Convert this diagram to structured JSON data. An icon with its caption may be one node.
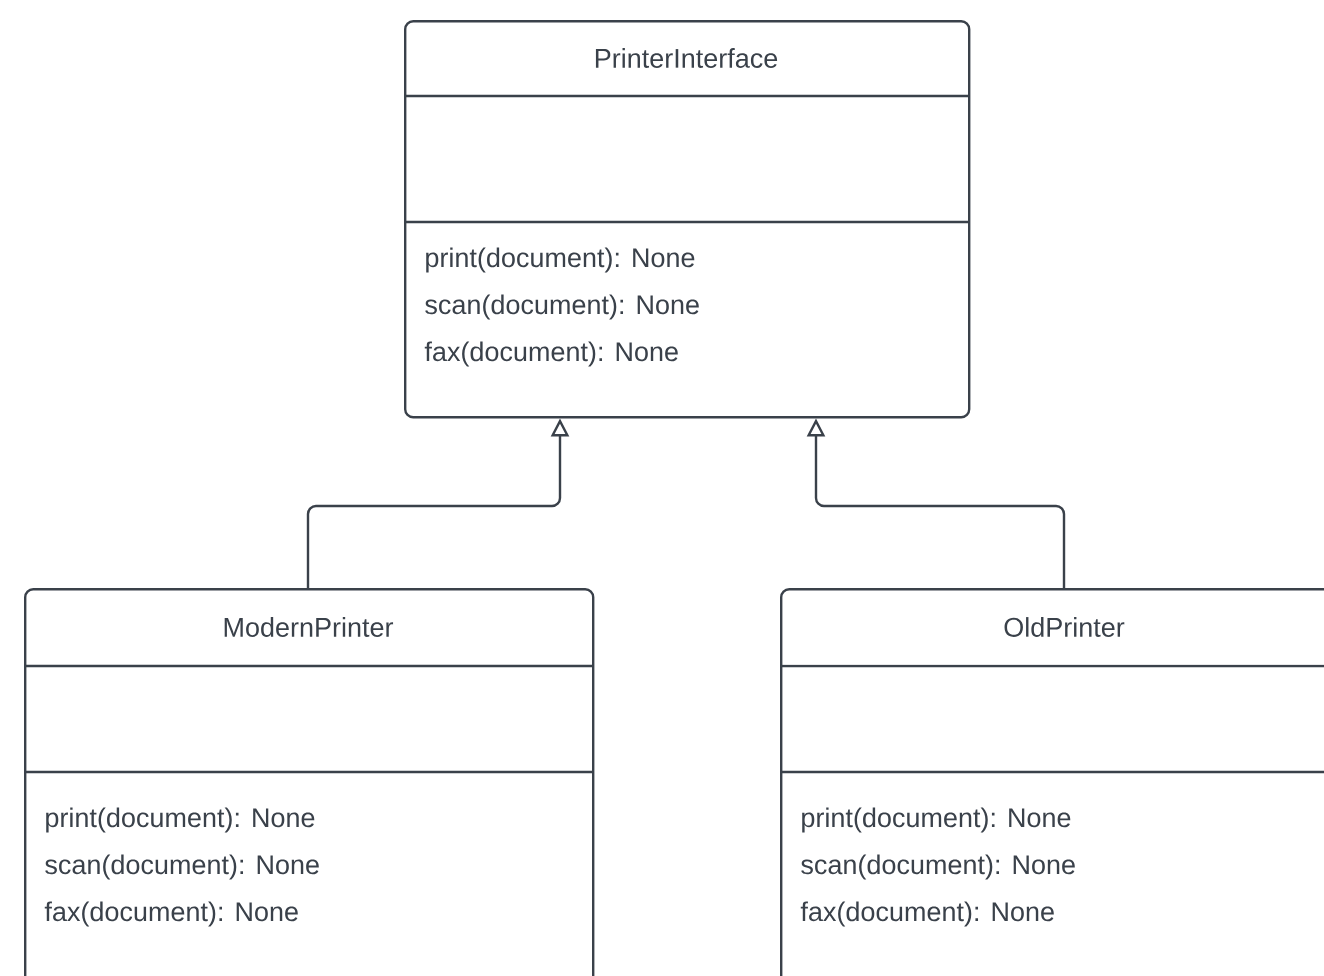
{
  "diagram": {
    "nodes": [
      {
        "text": [
          "PrinterInterface",
          "print(document): None",
          "scan(document): None",
          "fax(document): None"
        ]
      },
      {
        "text": [
          "ModernPrinter",
          "print(document): None",
          "scan(document): None",
          "fax(document): None"
        ]
      },
      {
        "text": [
          "OldPrinter",
          "print(document): None",
          "scan(document): None",
          "fax(document): None"
        ]
      }
    ],
    "edges": [
      {
        "from": 1,
        "to": 0,
        "arrow": "to"
      },
      {
        "from": 2,
        "to": 0,
        "arrow": "to"
      }
    ]
  }
}
